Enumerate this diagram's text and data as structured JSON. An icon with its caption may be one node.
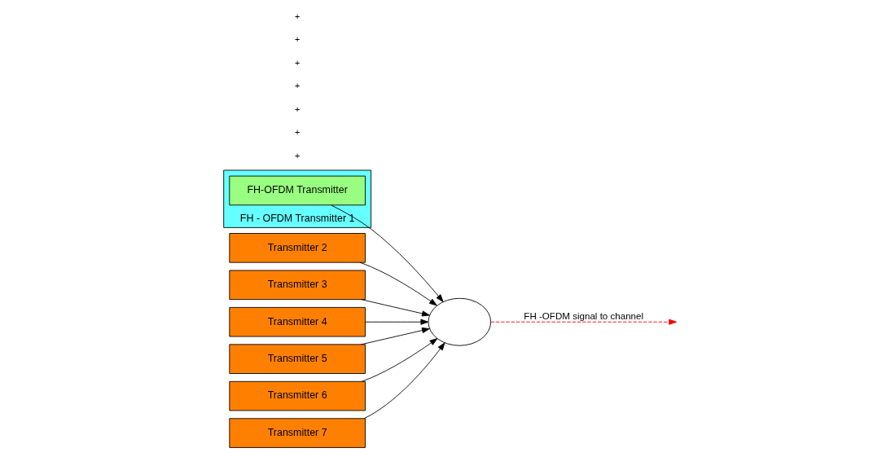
{
  "diagram": {
    "nodes": [
      {
        "text": [
          "FH - OFDM Transmitter 1"
        ]
      },
      {
        "text": [
          "FH-OFDM Transmitter"
        ],
        "in": 0
      },
      {
        "text": [
          "Transmitter 2"
        ]
      },
      {
        "text": [
          "Transmitter 3"
        ]
      },
      {
        "text": [
          "Transmitter 4"
        ]
      },
      {
        "text": [
          "Transmitter 5"
        ]
      },
      {
        "text": [
          "Transmitter 6"
        ]
      },
      {
        "text": [
          "Transmitter 7"
        ]
      },
      {
        "text": [],
        "shape": "circle"
      }
    ],
    "edges": [
      {
        "from": 1,
        "to": 8,
        "arrow": "to"
      },
      {
        "from": 2,
        "to": 8,
        "arrow": "to"
      },
      {
        "from": 3,
        "to": 8,
        "arrow": "to"
      },
      {
        "from": 4,
        "to": 8,
        "arrow": "to"
      },
      {
        "from": 5,
        "to": 8,
        "arrow": "to"
      },
      {
        "from": 6,
        "to": 8,
        "arrow": "to"
      },
      {
        "from": 7,
        "to": 8,
        "arrow": "to"
      },
      {
        "from": 8,
        "to": null,
        "arrow": "to",
        "label": "FH -OFDM signal to channel",
        "style": "dashed",
        "color": "#ff0000"
      }
    ],
    "labels": [
      "+",
      "+",
      "+",
      "+",
      "+",
      "+",
      "+"
    ]
  }
}
